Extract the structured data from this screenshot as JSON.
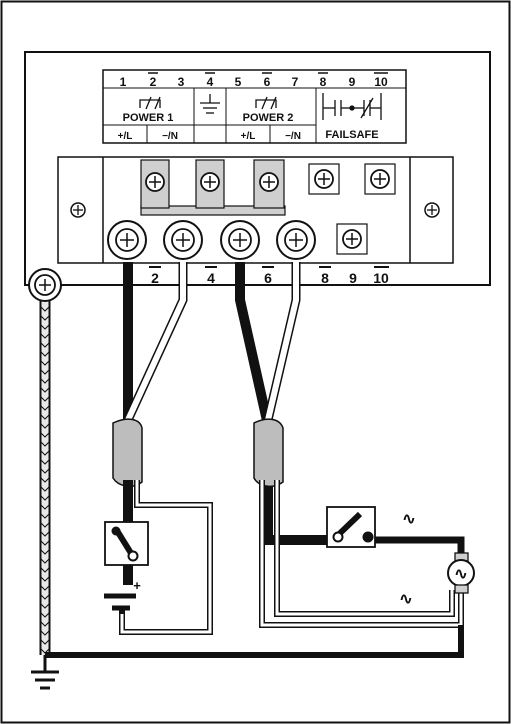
{
  "terminal_strip": {
    "numbers": [
      "1",
      "2",
      "3",
      "4",
      "5",
      "6",
      "7",
      "8",
      "9",
      "10"
    ],
    "group_labels": {
      "power1": "POWER 1",
      "power2": "POWER 2",
      "failsafe": "FAILSAFE"
    },
    "polarity": {
      "p1_pos": "+/L",
      "p1_neg": "−/N",
      "p2_pos": "+/L",
      "p2_neg": "−/N"
    }
  },
  "block_labels": [
    "2",
    "4",
    "6",
    "8",
    "9",
    "10"
  ],
  "symbols": {
    "battery_plus": "+",
    "ac_wave": "∿"
  },
  "colors": {
    "line": "#111111",
    "background": "#ffffff",
    "metal": "#cfcfcf",
    "shield": "#bdbdbd"
  }
}
